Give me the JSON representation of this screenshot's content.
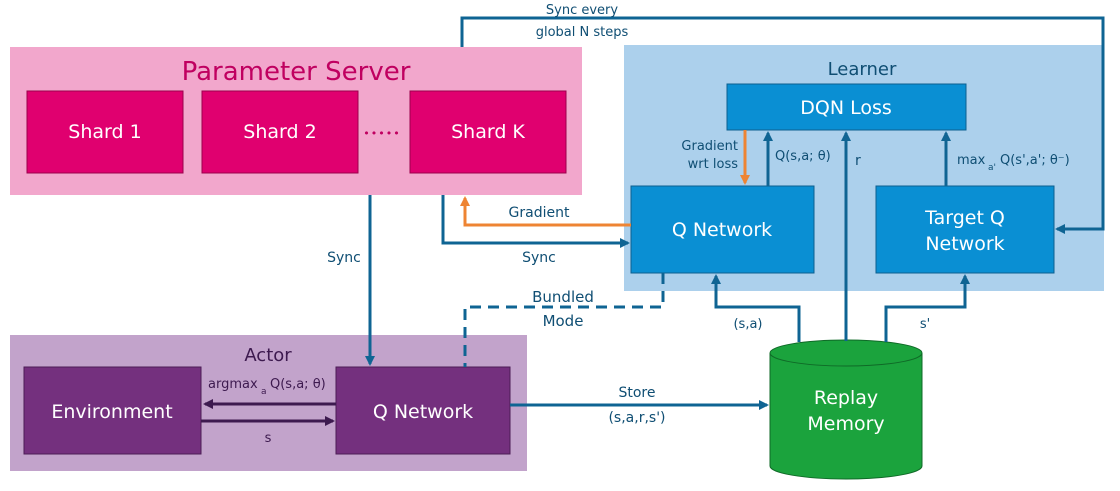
{
  "parameter_server": {
    "title": "Parameter Server",
    "shards": [
      "Shard 1",
      "Shard 2",
      "Shard K"
    ],
    "ellipsis": "•••••"
  },
  "learner": {
    "title": "Learner",
    "dqn_loss": "DQN Loss",
    "q_network": "Q Network",
    "target_q_network_line1": "Target Q",
    "target_q_network_line2": "Network"
  },
  "actor": {
    "title": "Actor",
    "environment": "Environment",
    "q_network": "Q Network"
  },
  "replay": {
    "line1": "Replay",
    "line2": "Memory"
  },
  "labels": {
    "sync_every_line1": "Sync every",
    "sync_every_line2": "global N steps",
    "gradient_wrt_loss_line1": "Gradient",
    "gradient_wrt_loss_line2": "wrt loss",
    "q_sa": "Q(s,a; θ)",
    "r": "r",
    "max_prefix": "max",
    "max_sub": "a'",
    "max_suffix": "Q(s',a'; θ⁻)",
    "gradient": "Gradient",
    "sync_left": "Sync",
    "sync_mid": "Sync",
    "bundled_line1": "Bundled",
    "bundled_line2": "Mode",
    "sa": "(s,a)",
    "s_prime": "s'",
    "argmax_prefix": "argmax",
    "argmax_sub": "a",
    "argmax_suffix": "Q(s,a; θ)",
    "s": "s",
    "store_line1": "Store",
    "store_line2": "(s,a,r,s')"
  },
  "colors": {
    "param_server_bg": "#f2a7cc",
    "shard_fill": "#e0006f",
    "learner_bg": "#acd0ec",
    "learner_box": "#0a8fd3",
    "actor_bg": "#c2a3cb",
    "actor_box": "#74307e",
    "replay_fill": "#1ba33d",
    "arrow_blue": "#0f6493",
    "arrow_orange": "#ee8433",
    "arrow_purple": "#3d1a4f"
  }
}
